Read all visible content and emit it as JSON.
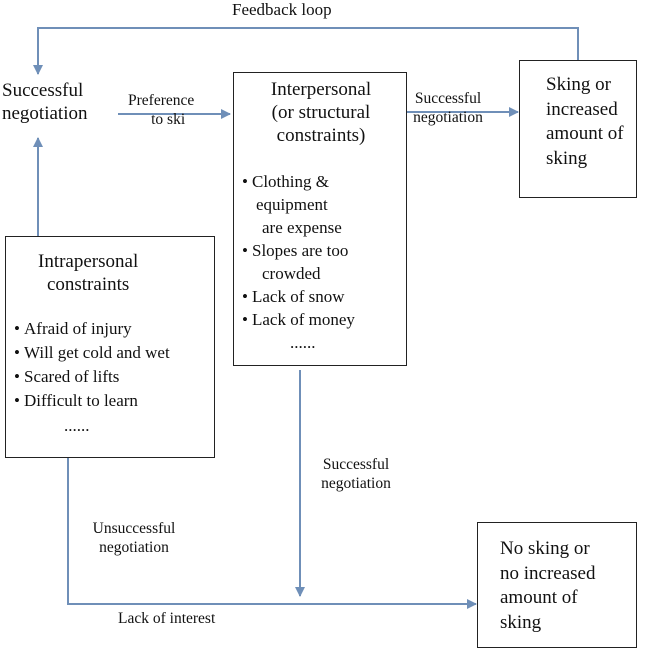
{
  "feedback_label": "Feedback loop",
  "successful_negotiation_node": [
    "Successful",
    "negotiation"
  ],
  "preference_label": [
    "Preference",
    "to ski"
  ],
  "interpersonal": {
    "title": [
      "Interpersonal",
      "(or structural",
      "constraints)"
    ],
    "items": [
      [
        "Clothing &",
        "equipment",
        "are expense"
      ],
      [
        "Slopes are too",
        "crowded"
      ],
      [
        "Lack of snow"
      ],
      [
        "Lack of money"
      ]
    ],
    "ellipsis": "......"
  },
  "arrow_top_right_label": [
    "Successful",
    "negotiation"
  ],
  "skiing_box": [
    "Sking or",
    "increased",
    "amount of",
    "sking"
  ],
  "intrapersonal": {
    "title": [
      "Intrapersonal",
      "constraints"
    ],
    "items": [
      "Afraid of injury",
      "Will get cold and wet",
      "Scared of lifts",
      "Difficult to learn"
    ],
    "ellipsis": "......"
  },
  "arrow_down_label": [
    "Successful",
    "negotiation"
  ],
  "unsuccessful_label": [
    "Unsuccessful",
    "negotiation"
  ],
  "lack_interest_label": "Lack of interest",
  "no_skiing_box": [
    "No sking or",
    "no increased",
    "amount of",
    "sking"
  ],
  "colors": {
    "arrow": "#6f8fb8",
    "border": "#222222"
  }
}
